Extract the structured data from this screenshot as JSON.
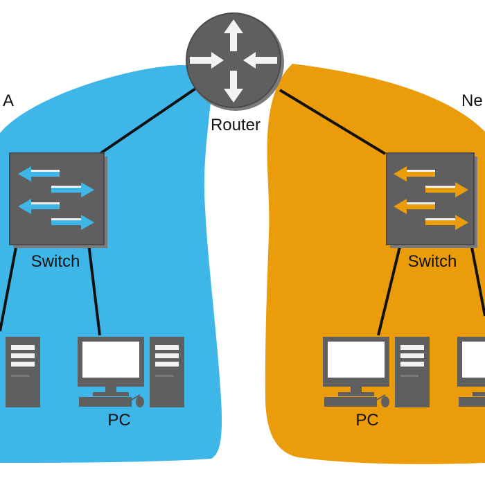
{
  "colors": {
    "network_left": "#3eb7e8",
    "network_right": "#eb9c0a",
    "device_body": "#5f5f5f",
    "device_border": "#4a4a4a",
    "monitor_screen": "#ffffff",
    "arrow_white": "#f2f2f2",
    "link_line": "#111111"
  },
  "labels": {
    "network_left": "A",
    "network_right": "Ne",
    "router": "Router",
    "switch_left": "Switch",
    "switch_right": "Switch",
    "pc_left": "PC",
    "pc_right": "PC"
  },
  "icons": {
    "router": "router-icon",
    "switch": "switch-icon",
    "pc": "desktop-computer-icon"
  }
}
